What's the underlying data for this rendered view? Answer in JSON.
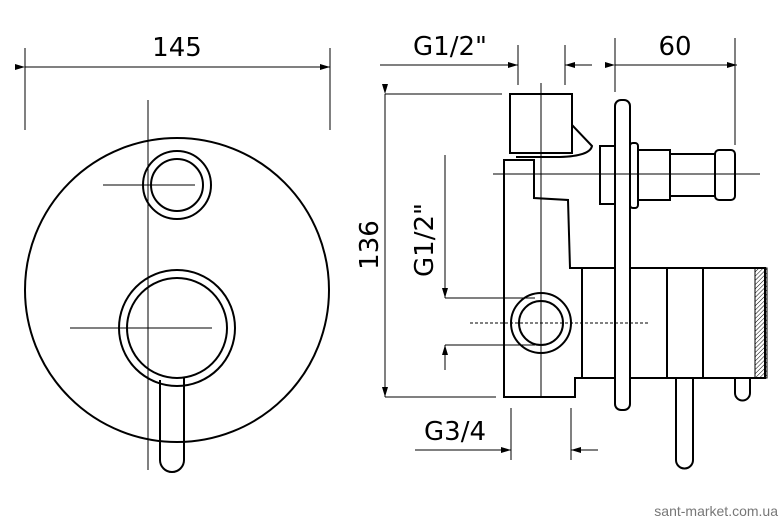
{
  "dimensions": {
    "front_width": "145",
    "inlet_thread_top": "G1/2\"",
    "depth": "60",
    "height": "136",
    "inlet_thread_side": "G1/2\"",
    "outlet_thread": "G3/4"
  },
  "watermark": "sant-market.com.ua"
}
